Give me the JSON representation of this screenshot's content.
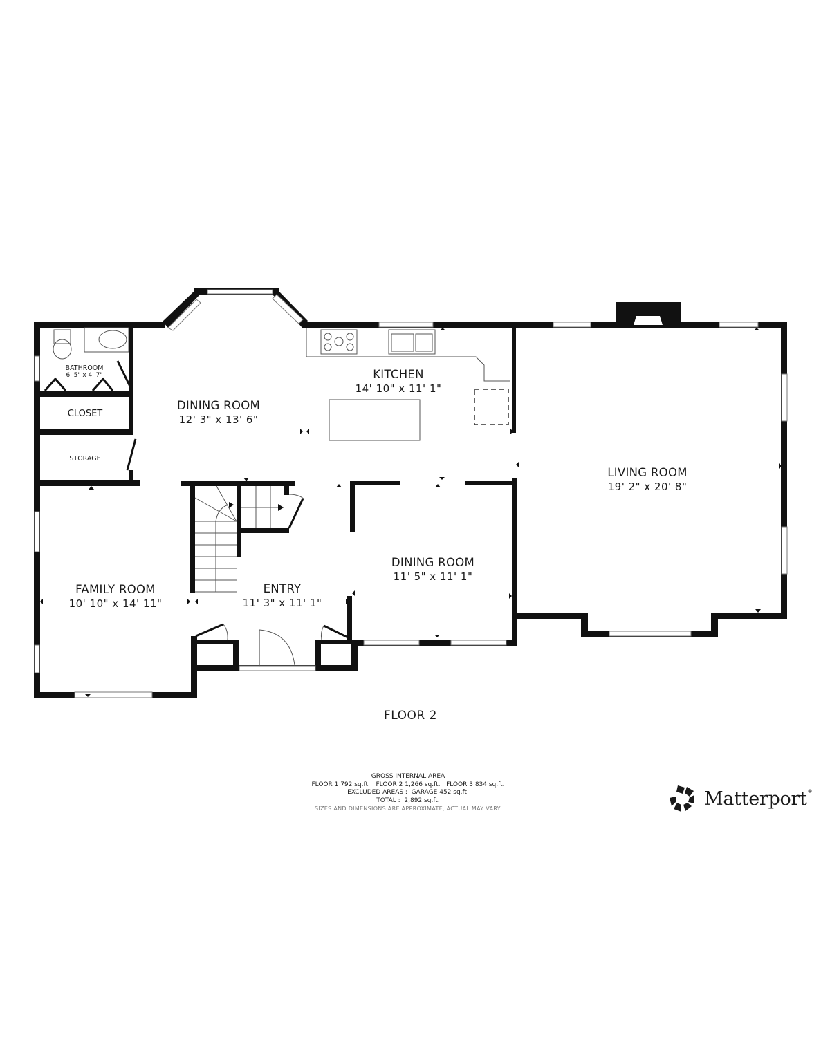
{
  "floor_label": "FLOOR 2",
  "rooms": {
    "bathroom": {
      "name": "BATHROOM",
      "dimensions": "6' 5\" x 4' 7\""
    },
    "closet": {
      "name": "CLOSET"
    },
    "storage": {
      "name": "STORAGE"
    },
    "dining_room_1": {
      "name": "DINING ROOM",
      "dimensions": "12' 3\" x 13' 6\""
    },
    "kitchen": {
      "name": "KITCHEN",
      "dimensions": "14' 10\" x 11' 1\""
    },
    "living_room": {
      "name": "LIVING ROOM",
      "dimensions": "19' 2\" x 20' 8\""
    },
    "family_room": {
      "name": "FAMILY ROOM",
      "dimensions": "10' 10\" x 14' 11\""
    },
    "entry": {
      "name": "ENTRY",
      "dimensions": "11' 3\" x 11' 1\""
    },
    "dining_room_2": {
      "name": "DINING ROOM",
      "dimensions": "11' 5\" x 11' 1\""
    }
  },
  "area_summary": {
    "title": "GROSS INTERNAL AREA",
    "floors_line": "FLOOR 1 792 sq.ft.   FLOOR 2 1,266 sq.ft.   FLOOR 3 834 sq.ft.",
    "excluded_line": "EXCLUDED AREAS :  GARAGE 452 sq.ft.",
    "total_line": "TOTAL :  2,892 sq.ft.",
    "disclaimer": "SIZES AND DIMENSIONS ARE APPROXIMATE, ACTUAL MAY VARY."
  },
  "logo": {
    "icon": "matterport-logo-icon",
    "text": "Matterport",
    "registered": "®"
  },
  "colors": {
    "wall": "#111111",
    "background": "#ffffff",
    "fixture_line": "#555555",
    "disclaimer_text": "#777777"
  }
}
